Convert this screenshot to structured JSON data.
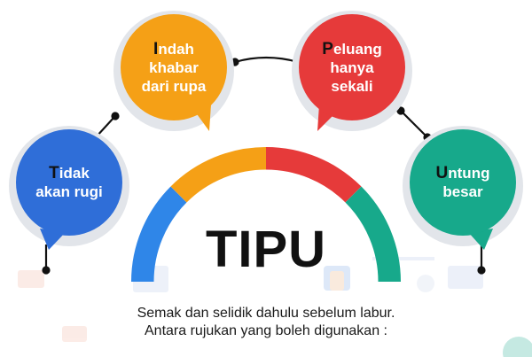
{
  "title": "TIPU",
  "caption": {
    "line1": "Semak dan selidik dahulu sebelum labur.",
    "line2": "Antara rujukan yang boleh digunakan :"
  },
  "bubbles": [
    {
      "id": "tidak-akan-rugi",
      "first_letter": "T",
      "rest_line1": "idak",
      "line2": "akan rugi",
      "color": "#2f6ed8"
    },
    {
      "id": "indah-khabar",
      "first_letter": "I",
      "rest_line1": "ndah",
      "line2": "khabar",
      "line3": "dari rupa",
      "color": "#f5a016"
    },
    {
      "id": "peluang-hanya-sekali",
      "first_letter": "P",
      "rest_line1": "eluang",
      "line2": "hanya",
      "line3": "sekali",
      "color": "#e63a3a"
    },
    {
      "id": "untung-besar",
      "first_letter": "U",
      "rest_line1": "ntung",
      "line2": "besar",
      "color": "#17a98b"
    }
  ],
  "gauge_colors": [
    "#2f86e8",
    "#f5a016",
    "#e63a3a",
    "#17a98b"
  ]
}
